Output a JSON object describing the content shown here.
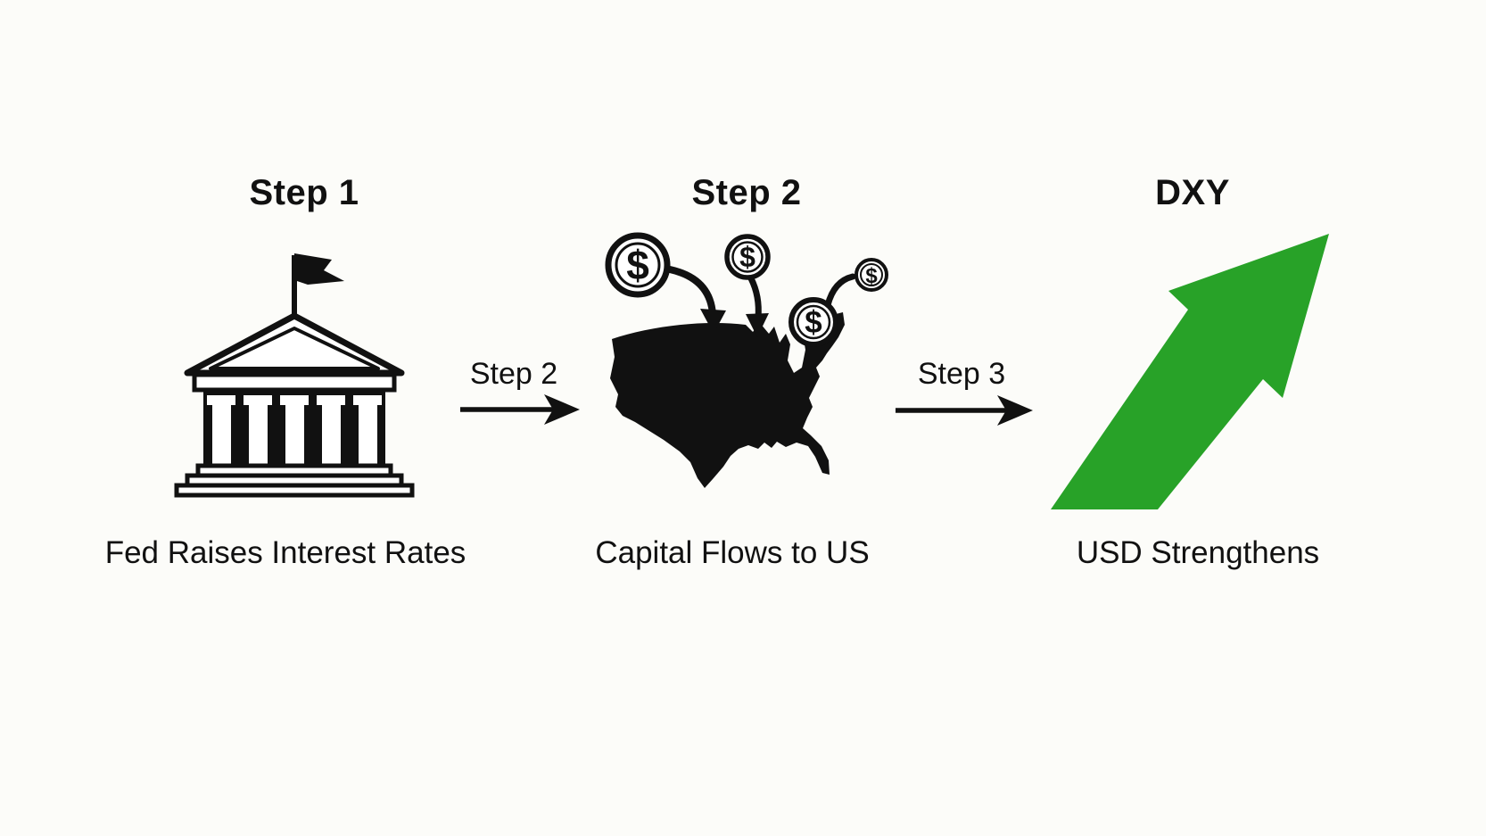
{
  "background": "#fcfcf9",
  "colors": {
    "ink": "#111111",
    "green_arrow": "#28a228"
  },
  "columns": [
    {
      "title": "Step 1",
      "icon": "bank-building-icon",
      "caption": "Fed Raises Interest Rates"
    },
    {
      "title": "Step 2",
      "icon": "us-map-icon",
      "caption": "Capital Flows to US"
    },
    {
      "title": "DXY",
      "icon": "green-up-trend-arrow-icon",
      "caption": "USD Strengthens"
    }
  ],
  "connectors": [
    {
      "label": "Step 2"
    },
    {
      "label": "Step 3"
    }
  ],
  "coins": {
    "count": 4,
    "symbol": "$"
  }
}
